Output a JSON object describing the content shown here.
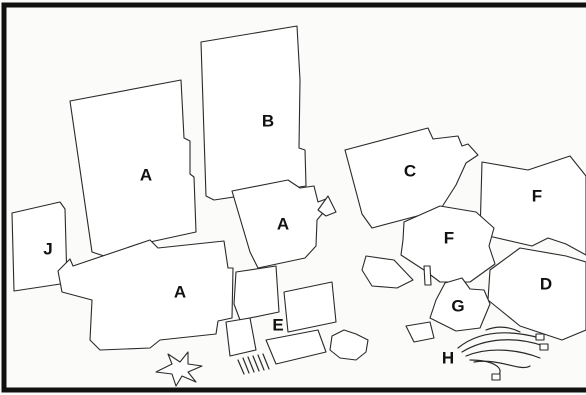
{
  "labels": {
    "panel_a_large": "A",
    "panel_b": "B",
    "panel_a_middle": "A",
    "panel_c": "C",
    "panel_f_right": "F",
    "panel_j": "J",
    "panel_a_bottom": "A",
    "panel_f_middle": "F",
    "panel_d": "D",
    "panel_g": "G",
    "parts_e": "E",
    "wiring_h": "H"
  }
}
